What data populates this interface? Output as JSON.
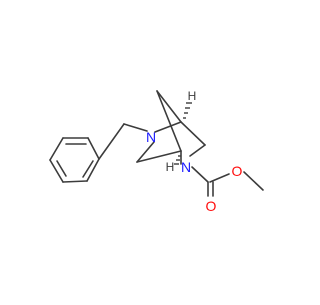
{
  "molecule": {
    "atom_labels": {
      "n_benzyl": "N",
      "n_carbamate": "N",
      "o_carbonyl": "O",
      "o_ether": "O",
      "h_top": "H",
      "h_bottom": "H"
    },
    "colors": {
      "bond": "#3c3c3c",
      "nitrogen": "#1a1aff",
      "oxygen": "#ff0d0d",
      "carbon_text": "#3c3c3c"
    }
  }
}
